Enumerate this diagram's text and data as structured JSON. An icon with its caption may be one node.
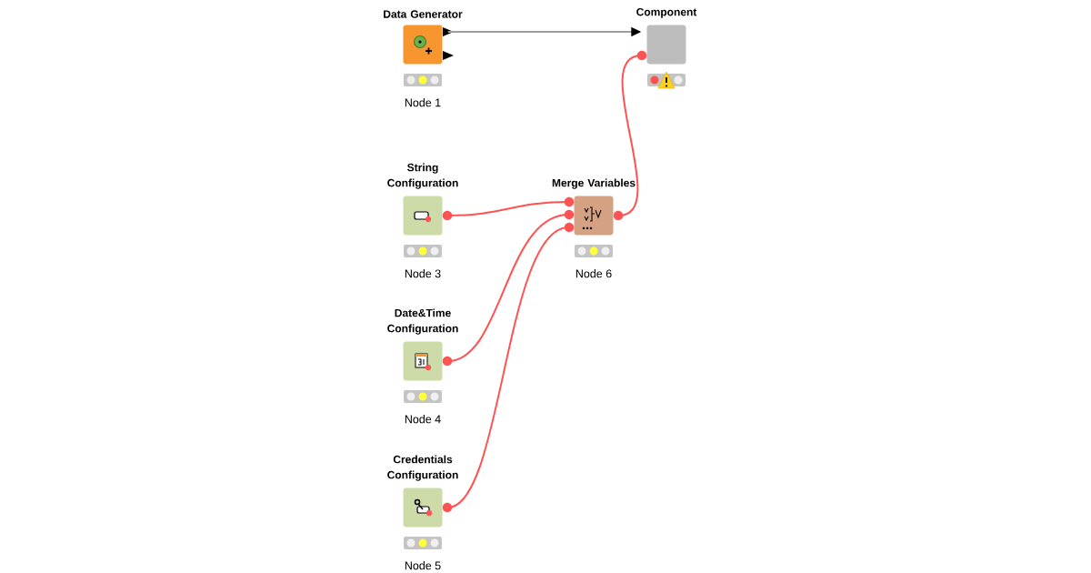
{
  "diagram": {
    "nodes": [
      {
        "text": [
          "Data Generator"
        ],
        "beside": [
          "Node 1"
        ]
      },
      {
        "text": [
          "Component"
        ]
      },
      {
        "text": [
          "String Configuration"
        ],
        "beside": [
          "Node 3"
        ]
      },
      {
        "text": [
          "Merge Variables"
        ],
        "beside": [
          "Node 6"
        ]
      },
      {
        "text": [
          "Date&Time Configuration"
        ],
        "beside": [
          "Node 4"
        ]
      },
      {
        "text": [
          "Credentials Configuration"
        ],
        "beside": [
          "Node 5"
        ]
      }
    ],
    "edges": [
      {
        "from": 0,
        "to": 1,
        "arrow": "to",
        "color": "#9e9e9e"
      },
      {
        "from": 2,
        "to": 3,
        "arrow": "none"
      },
      {
        "from": 4,
        "to": 3,
        "arrow": "none"
      },
      {
        "from": 5,
        "to": 3,
        "arrow": "none"
      },
      {
        "from": 3,
        "to": 1,
        "arrow": "none"
      }
    ]
  }
}
